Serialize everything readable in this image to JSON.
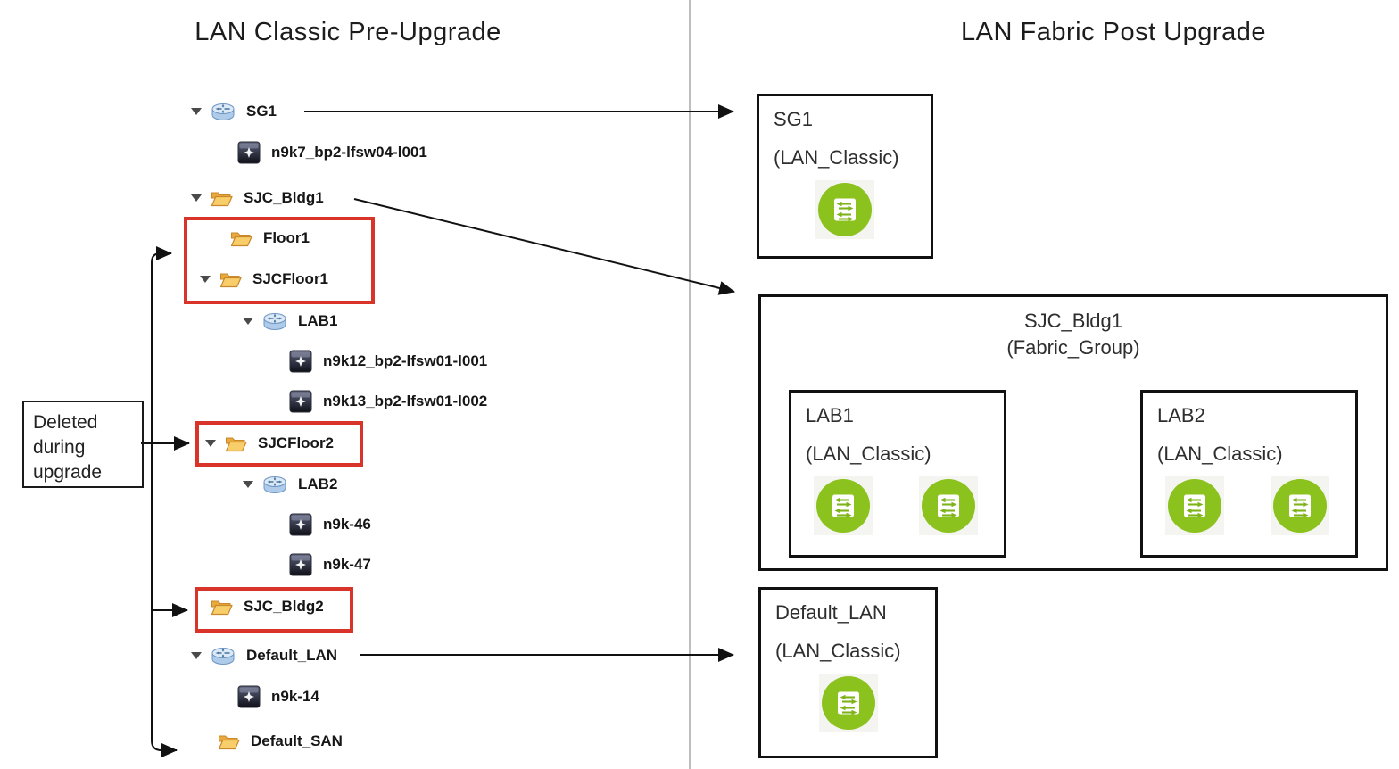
{
  "titles": {
    "left": "LAN Classic Pre-Upgrade",
    "right": "LAN Fabric Post Upgrade"
  },
  "deleted_note": "Deleted during upgrade",
  "tree": {
    "items": [
      {
        "label": "SG1",
        "icon": "fabric",
        "expanded": true
      },
      {
        "label": "n9k7_bp2-lfsw04-l001",
        "icon": "switch"
      },
      {
        "label": "SJC_Bldg1",
        "icon": "folder-open",
        "expanded": true
      },
      {
        "label": "Floor1",
        "icon": "folder-open"
      },
      {
        "label": "SJCFloor1",
        "icon": "folder-open",
        "expanded": true
      },
      {
        "label": "LAB1",
        "icon": "fabric",
        "expanded": true
      },
      {
        "label": "n9k12_bp2-lfsw01-l001",
        "icon": "switch"
      },
      {
        "label": "n9k13_bp2-lfsw01-l002",
        "icon": "switch"
      },
      {
        "label": "SJCFloor2",
        "icon": "folder-open",
        "expanded": true
      },
      {
        "label": "LAB2",
        "icon": "fabric",
        "expanded": true
      },
      {
        "label": "n9k-46",
        "icon": "switch"
      },
      {
        "label": "n9k-47",
        "icon": "switch"
      },
      {
        "label": "SJC_Bldg2",
        "icon": "folder-open"
      },
      {
        "label": "Default_LAN",
        "icon": "fabric",
        "expanded": true
      },
      {
        "label": "n9k-14",
        "icon": "switch"
      },
      {
        "label": "Default_SAN",
        "icon": "folder-open"
      }
    ]
  },
  "fabric_boxes": {
    "sg1": {
      "name": "SG1",
      "type": "(LAN_Classic)",
      "switch_count": 1
    },
    "group": {
      "name": "SJC_Bldg1",
      "type": "(Fabric_Group)"
    },
    "lab1": {
      "name": "LAB1",
      "type": "(LAN_Classic)",
      "switch_count": 2
    },
    "lab2": {
      "name": "LAB2",
      "type": "(LAN_Classic)",
      "switch_count": 2
    },
    "default_lan": {
      "name": "Default_LAN",
      "type": "(LAN_Classic)",
      "switch_count": 1
    }
  },
  "colors": {
    "red_outline": "#D8342A",
    "switch_green": "#8CC21E",
    "folder_yellow": "#F8CE6B",
    "fabric_blue": "#BFD8F0",
    "line_black": "#111111",
    "divider_gray": "#9B9B9B"
  }
}
